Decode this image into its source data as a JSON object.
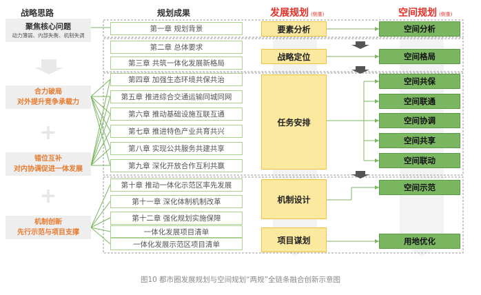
{
  "headers": {
    "strategy": "战略思路",
    "outcomes": "规划成果",
    "development": "发展规划",
    "development_note": "(侧重)",
    "spatial": "空间规划",
    "spatial_note": "(侧重)"
  },
  "strategy": {
    "focus_title": "聚焦核心问题",
    "focus_sub": "动力薄弱、内部失衡、机制失调",
    "item1_line1": "合力破局",
    "item1_line2": "对外提升竞争承载力",
    "item2_line1": "错位互补",
    "item2_line2": "对内协调促进一体发展",
    "item3_line1": "机制创新",
    "item3_line2": "先行示范与项目支撑",
    "plus": "+"
  },
  "chapters": [
    "第一章 规划背景",
    "第二章 总体要求",
    "第三章 共筑一体化发展新格局",
    "第四章 加强生态环境共保共治",
    "第五章 推进综合交通运输同城同网",
    "第六章 推动基础设施互联互通",
    "第七章 推进特色产业共育共兴",
    "第八章 实现公共服务共建共享",
    "第九章 深化开放合作互利共赢",
    "第十章 推动一体化示范区率先发展",
    "第十一章 深化体制机制改革",
    "第十二章 强化规划实施保障",
    "一体化发展项目清单",
    "一体化发展示范区项目清单"
  ],
  "development": [
    "要素分析",
    "战略定位",
    "任务安排",
    "机制设计",
    "项目谋划"
  ],
  "spatial": [
    "空间分析",
    "空间格局",
    "空间共保",
    "空间联通",
    "空间协调",
    "空间共享",
    "空间联动",
    "空间示范",
    "用地优化"
  ],
  "caption": "图10 都市圈发展规划与空间规划“两规”全链条融合创新示意图",
  "colors": {
    "accent_red": "#e0322a",
    "orange": "#e87b2e",
    "green_box": "#7bb661",
    "yellow_box": "#fbe9a0",
    "chapter_border": "#a9d18e"
  }
}
